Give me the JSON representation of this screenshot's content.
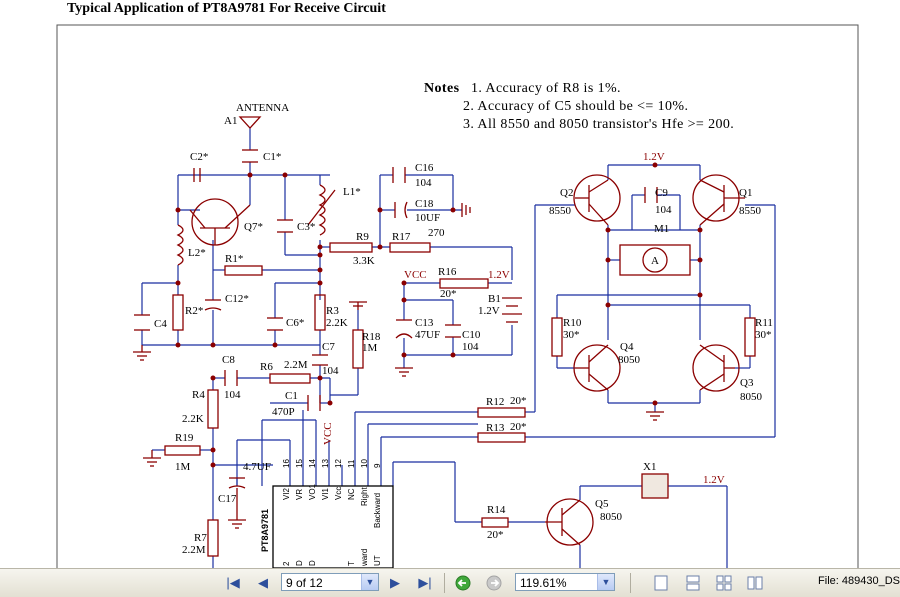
{
  "document": {
    "title": "Typical Application of PT8A9781 For Receive Circuit",
    "notes": {
      "heading": "Notes",
      "items": [
        "1. Accuracy of R8 is 1%.",
        "2. Accuracy of C5 should be <= 10%.",
        "3. All 8550 and 8050 transistor's Hfe >= 200."
      ]
    },
    "labels": {
      "antenna": "ANTENNA",
      "a1": "A1",
      "c1": "C1*",
      "c2": "C2*",
      "c3": "C3*",
      "c4": "C4",
      "c6": "C6*",
      "c7": "C7",
      "c7v": "104",
      "c8": "C8",
      "c8v": "104",
      "c1b": "C1",
      "c1bv": "470P",
      "c9": "C9",
      "c9v": "104",
      "c10": "C10",
      "c10v": "104",
      "c12": "C12*",
      "c13": "C13",
      "c13v": "47UF",
      "c16": "C16",
      "c16v": "104",
      "c17": "C17",
      "c17v": "4.7UF",
      "c18": "C18",
      "c18v": "10UF",
      "l1": "L1*",
      "l2": "L2*",
      "q7": "Q7*",
      "q1": "Q1",
      "q1v": "8550",
      "q2": "Q2",
      "q2v": "8550",
      "q3": "Q3",
      "q3v": "8050",
      "q4": "Q4",
      "q4v": "8050",
      "q5": "Q5",
      "q5v": "8050",
      "r1": "R1*",
      "r2": "R2*",
      "r3": "R3",
      "r3v": "2.2K",
      "r4": "R4",
      "r4v": "2.2K",
      "r6": "R6",
      "r6v": "2.2M",
      "r7": "R7",
      "r7v": "2.2M",
      "r9": "R9",
      "r9v": "3.3K",
      "r10": "R10",
      "r10v": "30*",
      "r11": "R11",
      "r11v": "30*",
      "r12": "R12",
      "r12v": "20*",
      "r13": "R13",
      "r13v": "20*",
      "r14": "R14",
      "r14v": "20*",
      "r16": "R16",
      "r16v": "20*",
      "r17": "R17",
      "r17v": "270",
      "r18": "R18",
      "r18v": "1M",
      "r19": "R19",
      "r19v": "1M",
      "b1": "B1",
      "b1v": "1.2V",
      "m1": "M1",
      "motor": "A",
      "vcc": "VCC",
      "vcc2": "VCC",
      "v12a": "1.2V",
      "v12b": "1.2V",
      "v12c": "1.2V",
      "x1": "X1",
      "chip": "PT8A9781",
      "pins": [
        "16",
        "15",
        "14",
        "13",
        "12",
        "11",
        "10",
        "9"
      ],
      "pinnames": [
        "VI2",
        "VR",
        "VO1",
        "VI1",
        "Vcc",
        "NC",
        "Right",
        "Backward"
      ],
      "bottompins": [
        "2",
        "D",
        "D",
        "T",
        "ward",
        "UT"
      ]
    }
  },
  "toolbar": {
    "page_value": "9 of 12",
    "zoom_value": "119.61%",
    "file_info": "File: 489430_DS"
  }
}
